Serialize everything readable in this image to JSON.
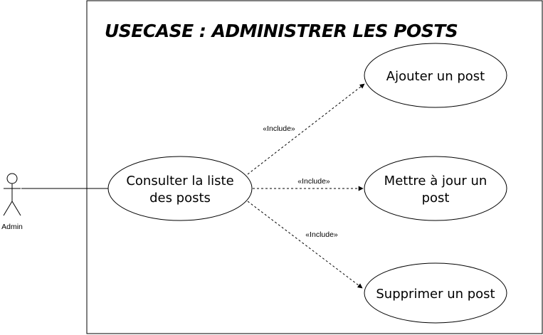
{
  "diagram": {
    "title": "USECASE : ADMINISTRER LES POSTS",
    "actor": {
      "name": "Admin"
    },
    "use_cases": {
      "consulter": {
        "line1": "Consulter la liste",
        "line2": "des posts"
      },
      "ajouter": {
        "line1": "Ajouter un post"
      },
      "mettre": {
        "line1": "Mettre à jour un",
        "line2": "post"
      },
      "supprimer": {
        "line1": "Supprimer un post"
      }
    },
    "relations": {
      "include_ajouter": "«Include»",
      "include_mettre": "«Include»",
      "include_supprimer": "«Include»"
    }
  }
}
